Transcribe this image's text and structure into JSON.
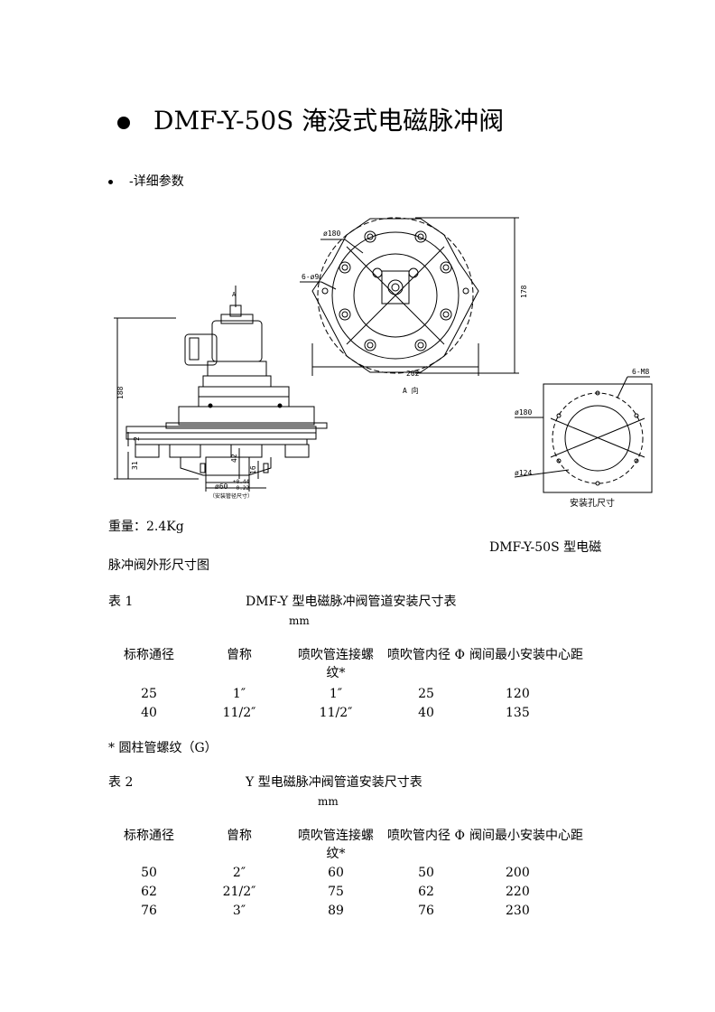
{
  "title": "DMF-Y-50S 淹没式电磁脉冲阀",
  "subtitle": "-详细参数",
  "drawing": {
    "side_labels": {
      "a": "A",
      "h188": "188",
      "h2": "2",
      "h31": "31",
      "h42": "42",
      "h16": "16",
      "dia60": "ø60",
      "tol_up": "+0.44",
      "tol_dn": "-0.22",
      "note": "（安装管径尺寸）"
    },
    "front_labels": {
      "d180": "ø180",
      "holes": "6-ø9",
      "w202": "202",
      "h178": "178",
      "view": "A 向"
    },
    "hole_labels": {
      "m8": "6-M8",
      "d180": "ø180",
      "d124": "ø124",
      "caption": "安装孔尺寸"
    }
  },
  "weight": "重量：2.4Kg",
  "caption_right": "DMF-Y-50S 型电磁",
  "caption_left": "脉冲阀外形尺寸图",
  "table1": {
    "label": "表 1",
    "title": "DMF-Y 型电磁脉冲阀管道安装尺寸表",
    "unit": "mm",
    "headers": [
      "标称通径",
      "曾称",
      "喷吹管连接螺",
      "喷吹管内径 Φ",
      "阀间最小安装中心距"
    ],
    "header_wrap": "纹*",
    "rows": [
      [
        "25",
        "1″",
        "1″",
        "25",
        "120"
      ],
      [
        "40",
        "11/2″",
        "11/2″",
        "40",
        "135"
      ]
    ]
  },
  "footnote": "* 圆柱管螺纹（G）",
  "table2": {
    "label": "表 2",
    "title": "Y 型电磁脉冲阀管道安装尺寸表",
    "unit": "mm",
    "headers": [
      "标称通径",
      "曾称",
      "喷吹管连接螺",
      "喷吹管内径 Φ",
      "阀间最小安装中心距"
    ],
    "header_wrap": "纹*",
    "rows": [
      [
        "50",
        "2″",
        "60",
        "50",
        "200"
      ],
      [
        "62",
        "21/2″",
        "75",
        "62",
        "220"
      ],
      [
        "76",
        "3″",
        "89",
        "76",
        "230"
      ]
    ]
  }
}
